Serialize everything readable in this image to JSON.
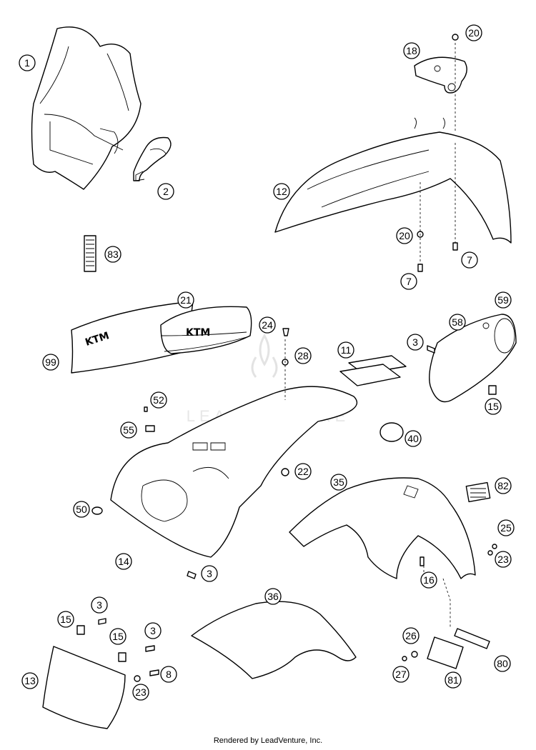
{
  "watermark": {
    "text": "LEADVENTURE"
  },
  "footer": {
    "text": "Rendered by LeadVenture, Inc."
  },
  "part_labels": {
    "brand_mark": "KTM",
    "brand_mark_seat": "KTM"
  },
  "callouts": [
    {
      "id": "1",
      "label": "1"
    },
    {
      "id": "2",
      "label": "2"
    },
    {
      "id": "20a",
      "label": "20"
    },
    {
      "id": "18",
      "label": "18"
    },
    {
      "id": "12",
      "label": "12"
    },
    {
      "id": "20b",
      "label": "20"
    },
    {
      "id": "7a",
      "label": "7"
    },
    {
      "id": "7b",
      "label": "7"
    },
    {
      "id": "83",
      "label": "83"
    },
    {
      "id": "21",
      "label": "21"
    },
    {
      "id": "24",
      "label": "24"
    },
    {
      "id": "28",
      "label": "28"
    },
    {
      "id": "99",
      "label": "99"
    },
    {
      "id": "11",
      "label": "11"
    },
    {
      "id": "59",
      "label": "59"
    },
    {
      "id": "58",
      "label": "58"
    },
    {
      "id": "3a",
      "label": "3"
    },
    {
      "id": "15a",
      "label": "15"
    },
    {
      "id": "52",
      "label": "52"
    },
    {
      "id": "55",
      "label": "55"
    },
    {
      "id": "40",
      "label": "40"
    },
    {
      "id": "22",
      "label": "22"
    },
    {
      "id": "35",
      "label": "35"
    },
    {
      "id": "82",
      "label": "82"
    },
    {
      "id": "50",
      "label": "50"
    },
    {
      "id": "25",
      "label": "25"
    },
    {
      "id": "23a",
      "label": "23"
    },
    {
      "id": "14",
      "label": "14"
    },
    {
      "id": "3b",
      "label": "3"
    },
    {
      "id": "16",
      "label": "16"
    },
    {
      "id": "36",
      "label": "36"
    },
    {
      "id": "3c",
      "label": "3"
    },
    {
      "id": "15b",
      "label": "15"
    },
    {
      "id": "15c",
      "label": "15"
    },
    {
      "id": "3d",
      "label": "3"
    },
    {
      "id": "26",
      "label": "26"
    },
    {
      "id": "8",
      "label": "8"
    },
    {
      "id": "13",
      "label": "13"
    },
    {
      "id": "23b",
      "label": "23"
    },
    {
      "id": "27",
      "label": "27"
    },
    {
      "id": "81",
      "label": "81"
    },
    {
      "id": "80",
      "label": "80"
    }
  ]
}
